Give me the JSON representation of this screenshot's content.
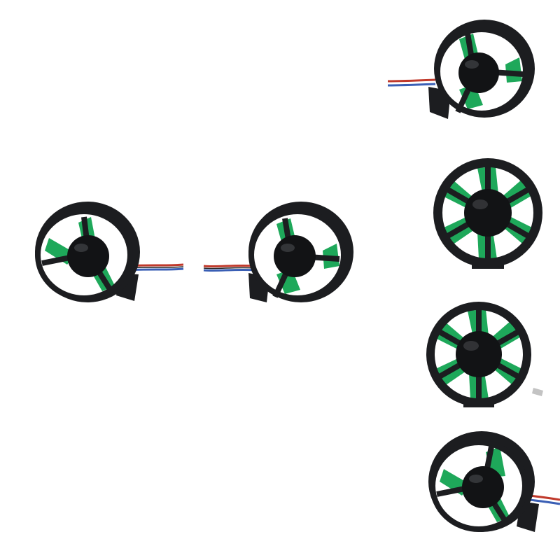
{
  "scene": {
    "background": "#ffffff",
    "subject": "underwater-thruster",
    "colors": {
      "housing": "#1c1d20",
      "housing_edge": "#3a3c40",
      "hub": "#121315",
      "hub_highlight": "#4a4c50",
      "blade": "#1ea85a",
      "blade_dark": "#0d6b37",
      "blade_light": "#5fe09a",
      "wire_red": "#c0392b",
      "wire_blue": "#3a5fb5"
    }
  },
  "thrusters": [
    {
      "id": "left-angle",
      "view": "angled-cable-right"
    },
    {
      "id": "center-angle",
      "view": "angled-cable-left"
    },
    {
      "id": "right-top",
      "view": "angled-cable-left"
    },
    {
      "id": "right-front-1",
      "view": "front-6-blade"
    },
    {
      "id": "right-front-2",
      "view": "front-6-blade"
    },
    {
      "id": "right-bottom",
      "view": "angled-cable-right"
    }
  ]
}
